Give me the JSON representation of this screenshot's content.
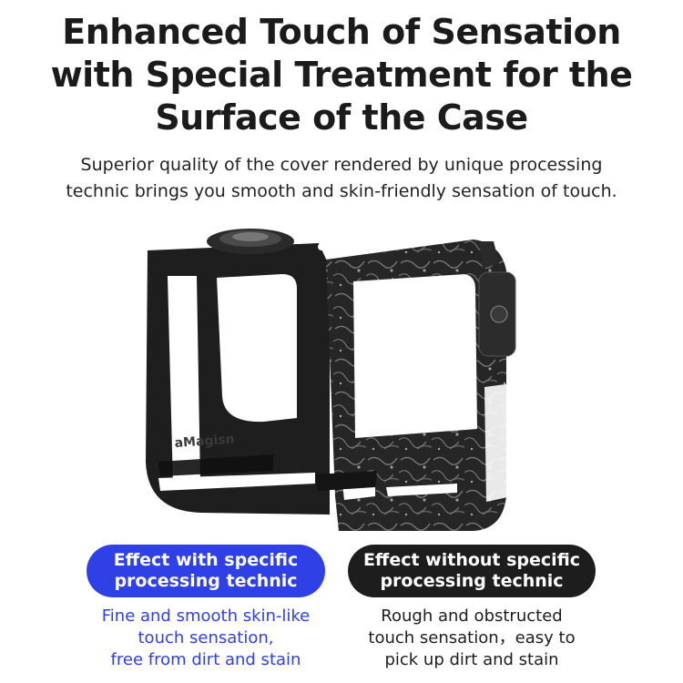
{
  "headline": {
    "line1": "Enhanced Touch of Sensation",
    "line2": "with Special Treatment for the",
    "line3": "Surface of the Case"
  },
  "subheadline": {
    "line1": "Superior quality of the  cover rendered by unique processing",
    "line2": "technic brings you smooth and skin-friendly sensation of touch."
  },
  "product": {
    "brand_mark": "aMagisn",
    "colors": {
      "smooth_side": "#1e1e1e",
      "rough_side": "#2a2a2a",
      "marble_flecks": "#8c8c8c"
    }
  },
  "comparison": {
    "left": {
      "badge_line1": "Effect with specific",
      "badge_line2": "processing technic",
      "desc_line1": "Fine and smooth skin-like",
      "desc_line2": "touch sensation,",
      "desc_line3": "free from dirt and stain",
      "color": "#2f40e6"
    },
    "right": {
      "badge_line1": "Effect without specific",
      "badge_line2": "processing technic",
      "desc_line1": "Rough and obstructed",
      "desc_line2": "touch sensation，easy to",
      "desc_line3": "pick up dirt and stain",
      "color": "#1d1d1d"
    }
  }
}
